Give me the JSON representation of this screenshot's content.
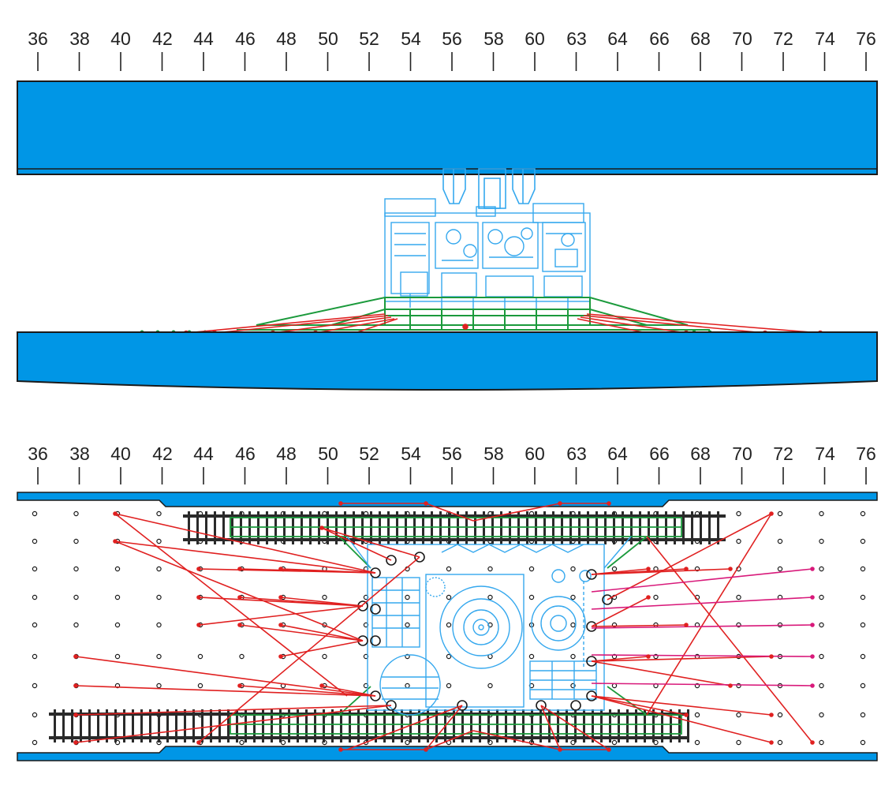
{
  "frame_scale": {
    "labels": [
      "36",
      "38",
      "40",
      "42",
      "44",
      "46",
      "48",
      "50",
      "52",
      "54",
      "56",
      "58",
      "60",
      "63",
      "64",
      "66",
      "68",
      "70",
      "72",
      "74",
      "76"
    ]
  },
  "colors": {
    "deck": "#0096e6",
    "deck_outline": "#1a1a1a",
    "equipment": "#35a8ee",
    "frame": "#1b9a3c",
    "lashing": "#e02020",
    "lashing_alt": "#d8197a",
    "grillage": "#2a2a2a",
    "tick": "#222222"
  }
}
